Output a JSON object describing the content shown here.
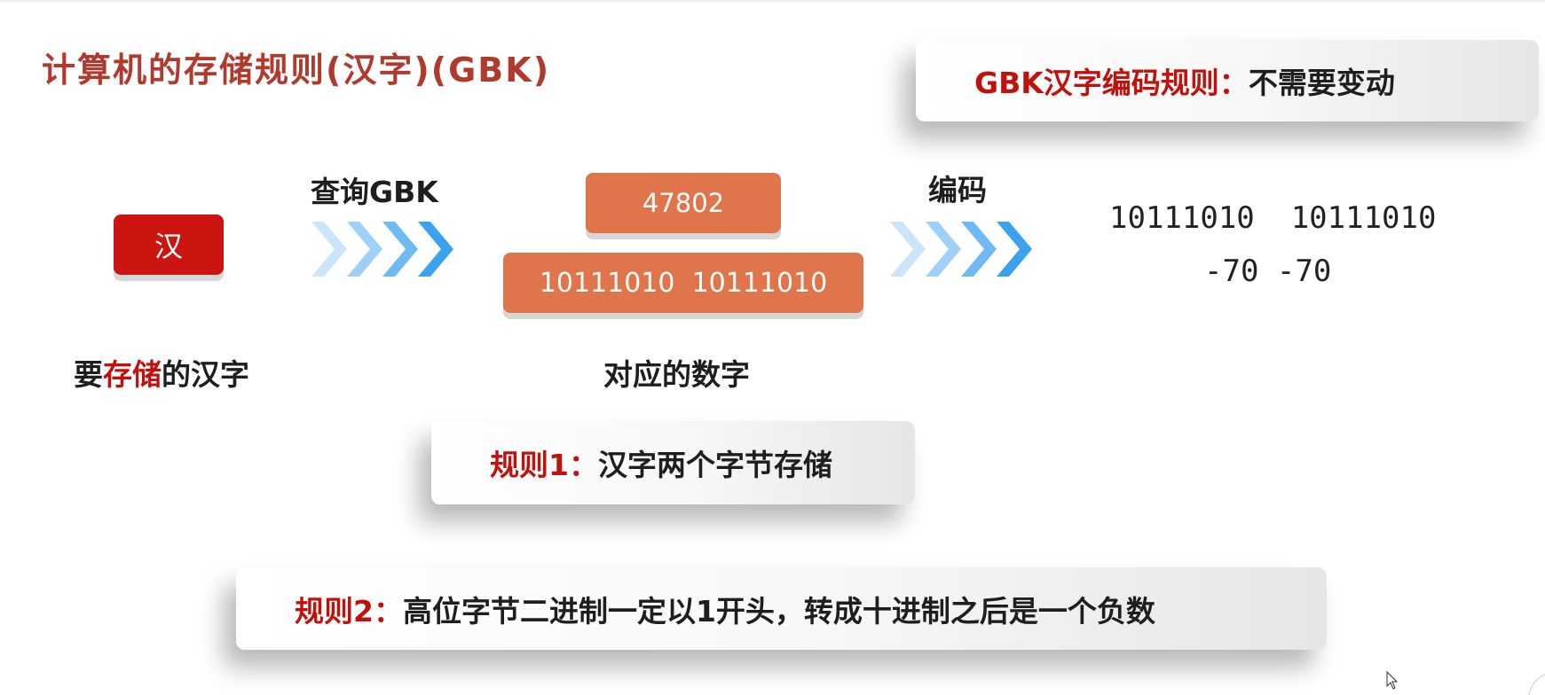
{
  "title": "计算机的存储规则(汉字)(GBK)",
  "gbk_card": {
    "key": "GBK汉字编码规则：",
    "value": "不需要变动"
  },
  "character": "汉",
  "labels": {
    "query": "查询GBK",
    "encode": "编码",
    "store_prefix": "要",
    "store_highlight": "存储",
    "store_suffix": "的汉字",
    "number": "对应的数字"
  },
  "numbers": {
    "decimal": "47802",
    "binary": "10111010  10111010"
  },
  "result": {
    "binary": "10111010  10111010",
    "decimal": "-70 -70"
  },
  "rule1": {
    "key": "规则1：",
    "value": "汉字两个字节存储"
  },
  "rule2": {
    "key": "规则2：",
    "value": "高位字节二进制一定以1开头，转成十进制之后是一个负数"
  },
  "icons": [
    "chevrons-right-icon",
    "cursor-icon"
  ],
  "colors": {
    "title": "#b03a2e",
    "highlight_red": "#c0120c",
    "character_box": "#cc1510",
    "number_box": "#e0744a",
    "chevron_light": "#bfe0fb",
    "chevron_dark": "#3ba3ee"
  }
}
